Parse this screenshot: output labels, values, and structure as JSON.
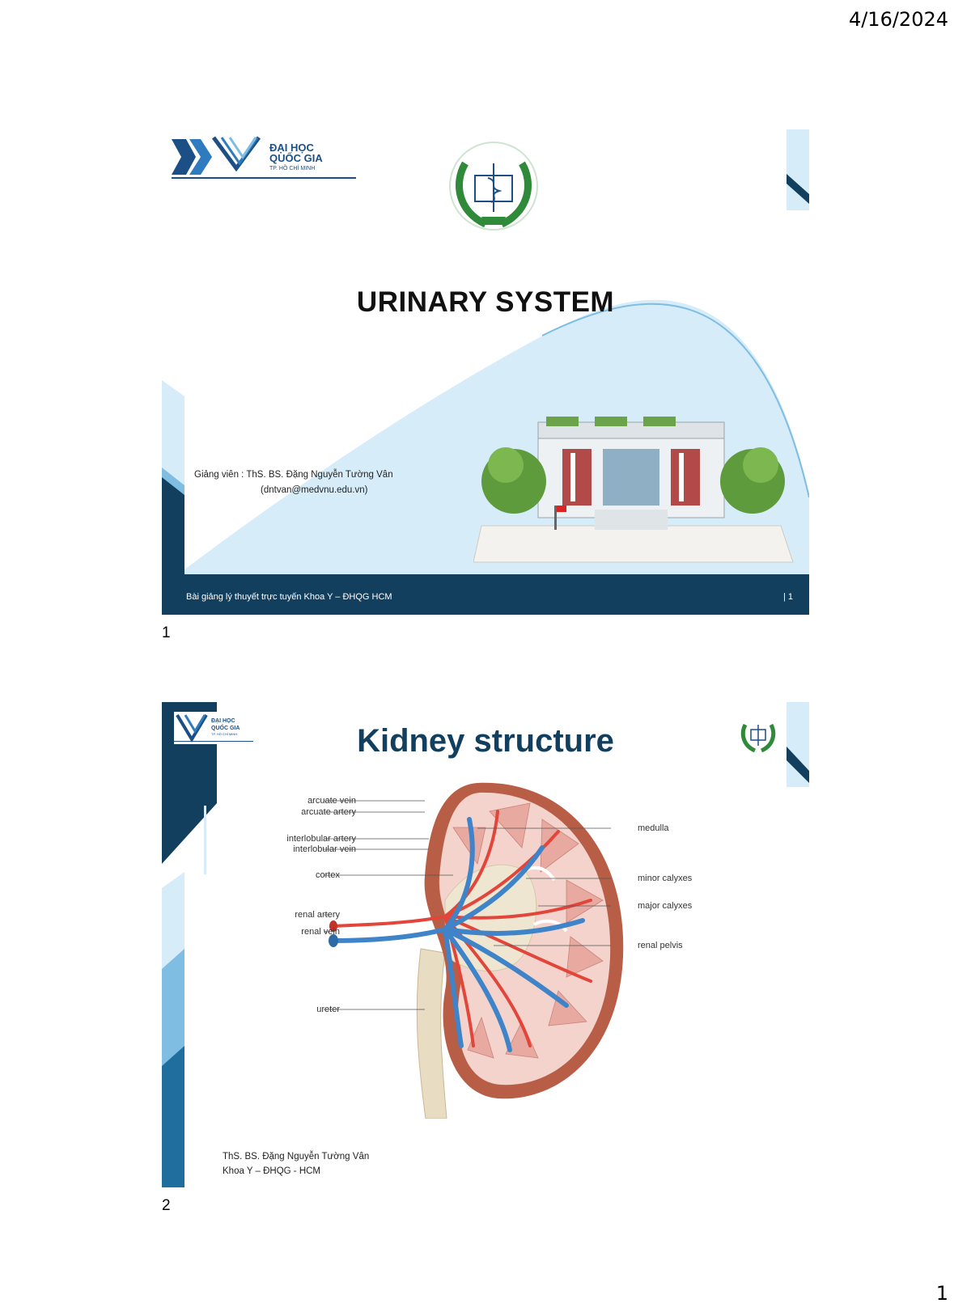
{
  "print_date": "4/16/2024",
  "page_number": "1",
  "slides": [
    {
      "number": "1",
      "university": {
        "line1": "ĐẠI HỌC",
        "line2": "QUỐC GIA",
        "line3": "TP. HỒ CHÍ MINH"
      },
      "title": "URINARY SYSTEM",
      "lecturer_line": "Giảng viên : ThS. BS. Đặng Nguyễn Tường Vân",
      "lecturer_email": "(dntvan@medvnu.edu.vn)",
      "footer_text": "Bài giảng lý thuyết trực tuyến Khoa Y – ĐHQG HCM",
      "footer_page": "| 1"
    },
    {
      "number": "2",
      "university": {
        "line1": "ĐẠI HỌC",
        "line2": "QUỐC GIA",
        "line3": "TP. HỒ CHÍ MINH"
      },
      "title": "Kidney structure",
      "labels_left": [
        "arcuate vein",
        "arcuate artery",
        "interlobular artery",
        "interlobular vein",
        "cortex",
        "renal artery",
        "renal vein",
        "ureter"
      ],
      "labels_right": [
        "medulla",
        "minor calyxes",
        "major calyxes",
        "renal pelvis"
      ],
      "footer_line1": "ThS. BS. Đặng Nguyễn Tường Vân",
      "footer_line2": "Khoa Y – ĐHQG - HCM"
    }
  ],
  "colors": {
    "navy": "#123f5e",
    "light_blue": "#d6ecf8",
    "mid_blue": "#7fbde3",
    "artery": "#e2463a",
    "vein": "#3f83c8",
    "capsule": "#b85e47"
  }
}
